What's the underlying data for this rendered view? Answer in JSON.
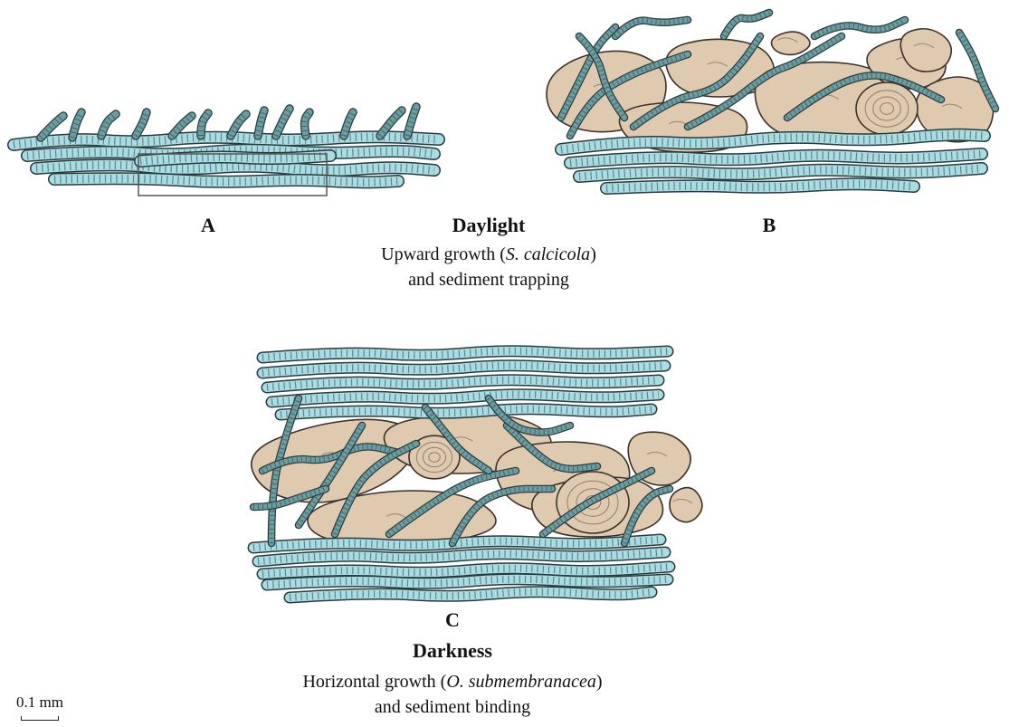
{
  "panels": {
    "a": {
      "letter": "A"
    },
    "b": {
      "letter": "B"
    },
    "c": {
      "letter": "C"
    }
  },
  "daylight": {
    "title": "Daylight",
    "line1_pre": "Upward growth (",
    "line1_species": "S. calcicola",
    "line1_post": ")",
    "line2": "and sediment trapping"
  },
  "darkness": {
    "title": "Darkness",
    "line1_pre": "Horizontal growth (",
    "line1_species": "O. submembranacea",
    "line1_post": ")",
    "line2": "and sediment binding"
  },
  "scale": {
    "label": "0.1 mm"
  },
  "colors": {
    "filament": "#a9dde4",
    "filament_outline": "#2a3a3c",
    "filament_dark": "#6a9ea2",
    "sediment": "#dfcab0",
    "sediment_outline": "#3b3128"
  }
}
